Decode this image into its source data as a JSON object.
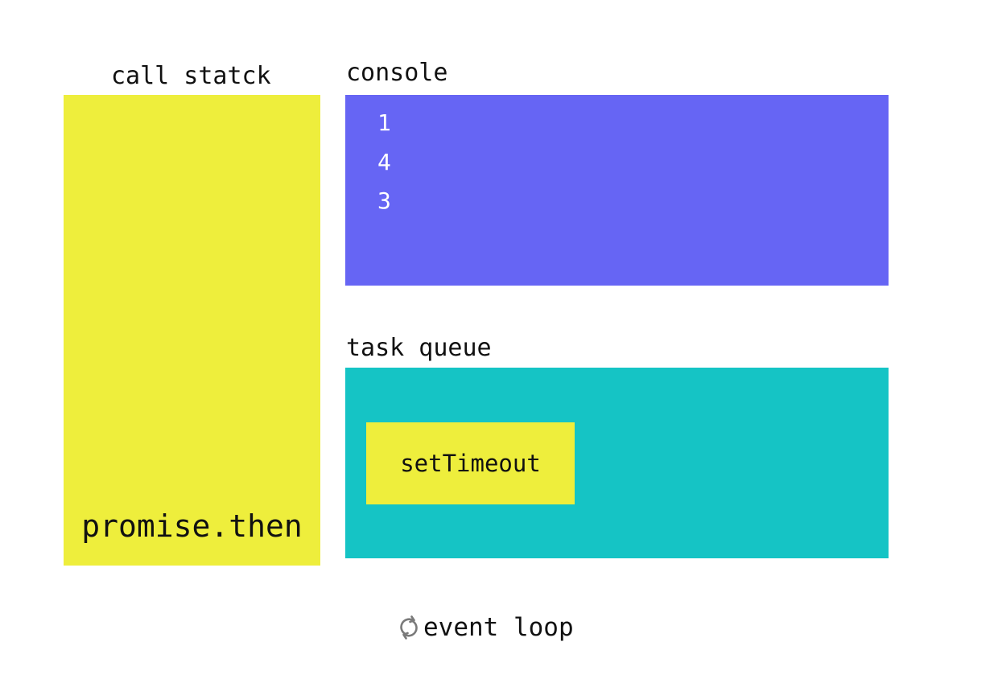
{
  "colors": {
    "call_stack": "#eeee3c",
    "console": "#6665f4",
    "task_queue": "#15c4c5",
    "task_item": "#eeee3c"
  },
  "call_stack": {
    "label": "call statck",
    "frames": [
      "promise.then"
    ]
  },
  "console": {
    "label": "console",
    "lines": [
      "1",
      "4",
      "3"
    ]
  },
  "task_queue": {
    "label": "task queue",
    "tasks": [
      "setTimeout"
    ]
  },
  "event_loop": {
    "icon": "refresh-icon",
    "label": "event loop"
  }
}
